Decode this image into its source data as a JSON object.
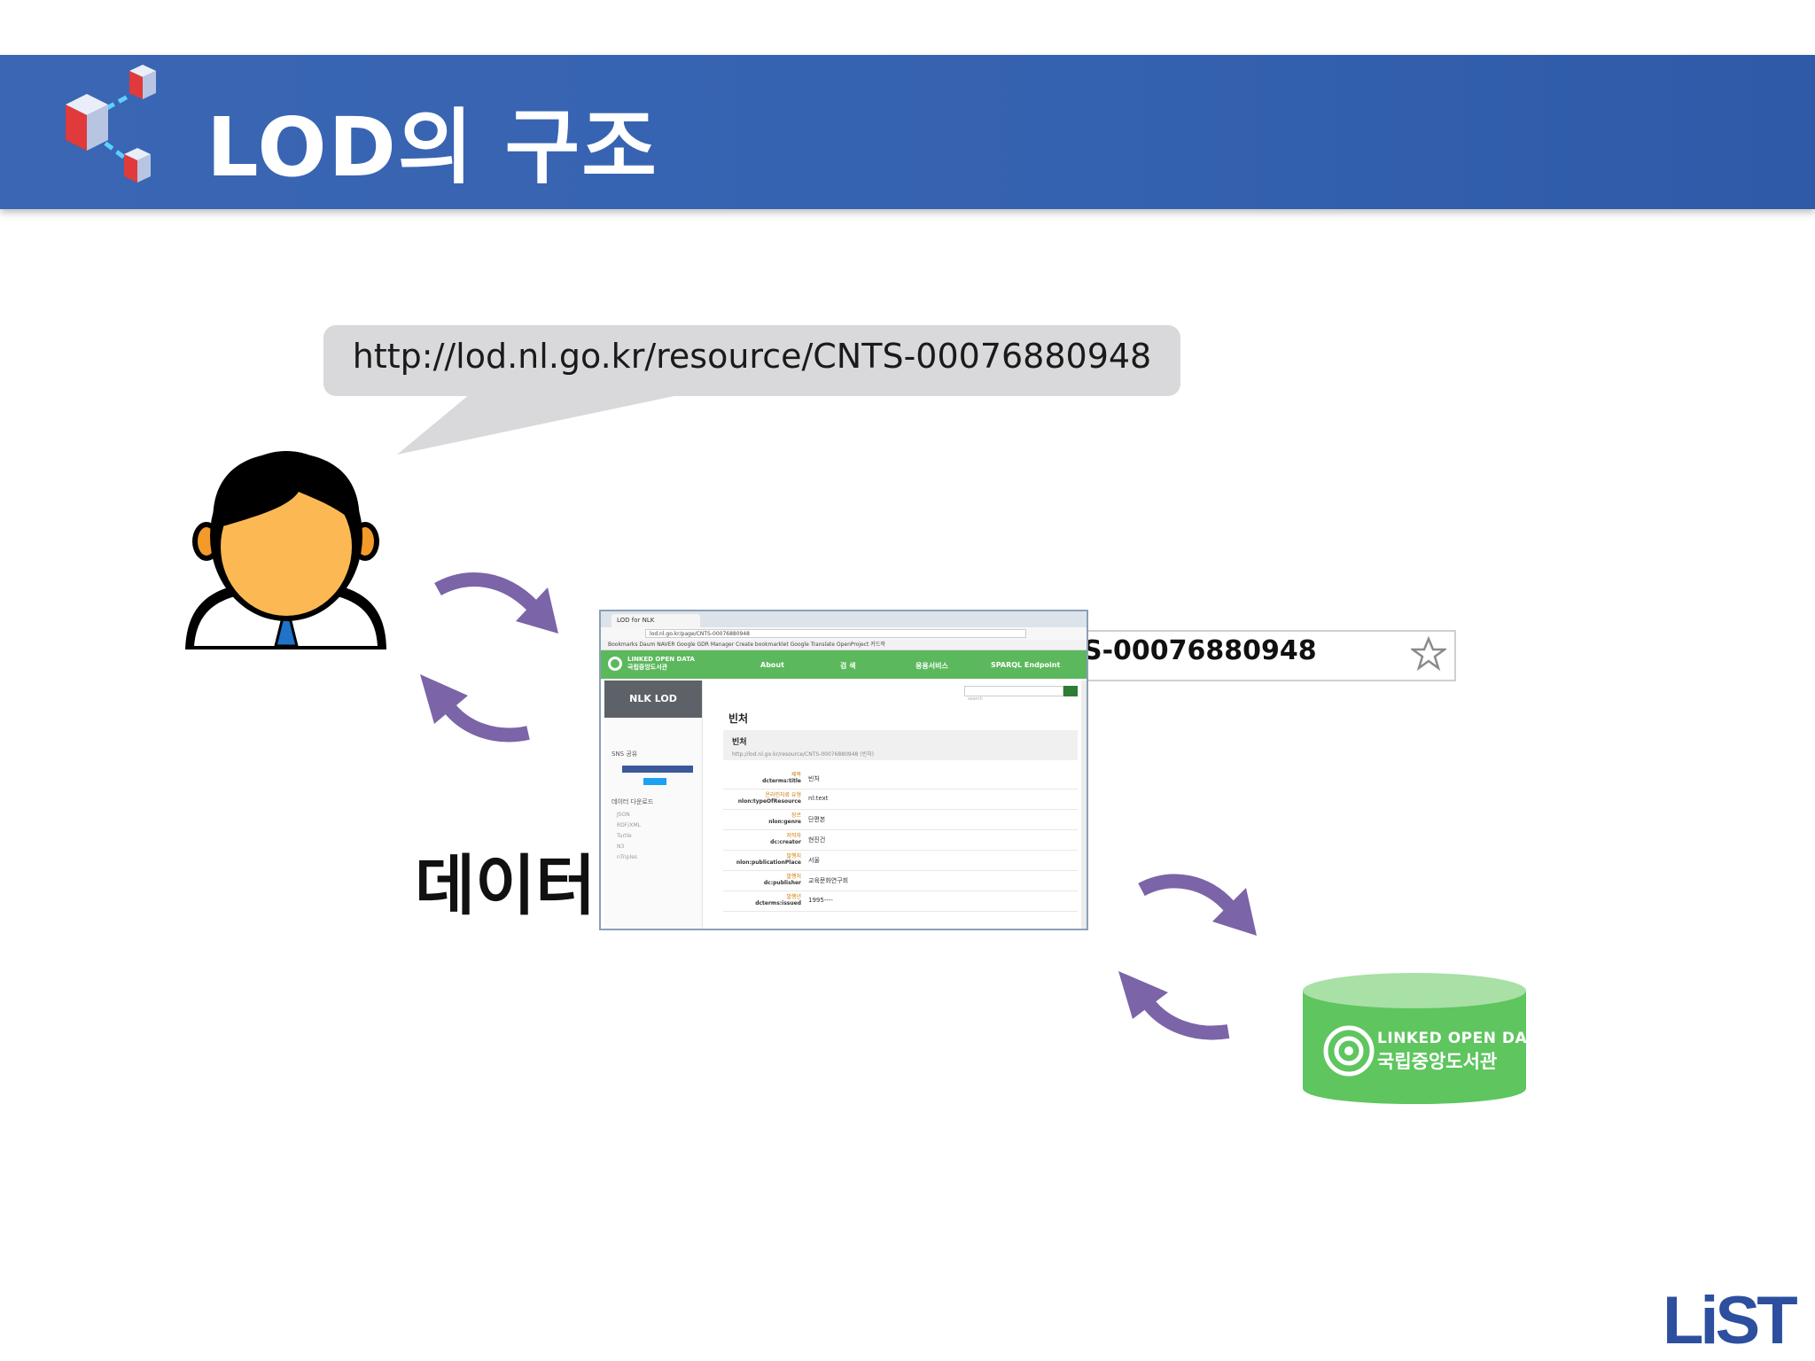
{
  "header": {
    "title": "LOD의 구조"
  },
  "bubble": {
    "text": "http://lod.nl.go.kr/resource/CNTS-00076880948"
  },
  "url_fragment": "S-00076880948",
  "data_label": "데이터",
  "browser": {
    "tab_title": "LOD for NLK",
    "address": "lod.nl.go.kr/page/CNTS-00076880948",
    "bookmarks": "Bookmarks  Daum  NAVER  Google  GDR Manager  Create bookmarklet  Google Translate  OpenProject  카드작",
    "logo_line1": "LINKED OPEN DATA",
    "logo_line2": "국립중앙도서관",
    "nav": [
      "About",
      "검 색",
      "응용서비스",
      "SPARQL Endpoint"
    ],
    "sidebar_title": "NLK LOD",
    "sns_label": "SNS 공유",
    "download_label": "데이터 다운로드",
    "formats": [
      "JSON",
      "RDF/XML",
      "Turtle",
      "N3",
      "nTriples"
    ],
    "search_placeholder": "search",
    "content_title": "빈처",
    "box_title": "빈처",
    "box_uri": "http://lod.nl.go.kr/resource/CNTS-00076880948 (빈처)",
    "rows": [
      {
        "label": "제목",
        "prop": "dcterms:title",
        "value": "빈처"
      },
      {
        "label": "온라인자료 유형",
        "prop": "nlon:typeOfResource",
        "value": "nl:text"
      },
      {
        "label": "장르",
        "prop": "nlon:genre",
        "value": "단편본"
      },
      {
        "label": "저작자",
        "prop": "dc:creator",
        "value": "현진건"
      },
      {
        "label": "발행지",
        "prop": "nlon:publicationPlace",
        "value": "서울"
      },
      {
        "label": "발행처",
        "prop": "dc:publisher",
        "value": "교육문화연구회"
      },
      {
        "label": "발행년",
        "prop": "dcterms:issued",
        "value": "1995----"
      }
    ]
  },
  "database": {
    "label_line1": "LINKED OPEN DATA",
    "label_line2": "국립중앙도서관"
  },
  "footer_logo": "LiST",
  "colors": {
    "header_blue": "#3562b0",
    "arrow_purple": "#7b64a8",
    "db_green": "#5ec55f",
    "bubble_gray": "#d9d8da"
  }
}
